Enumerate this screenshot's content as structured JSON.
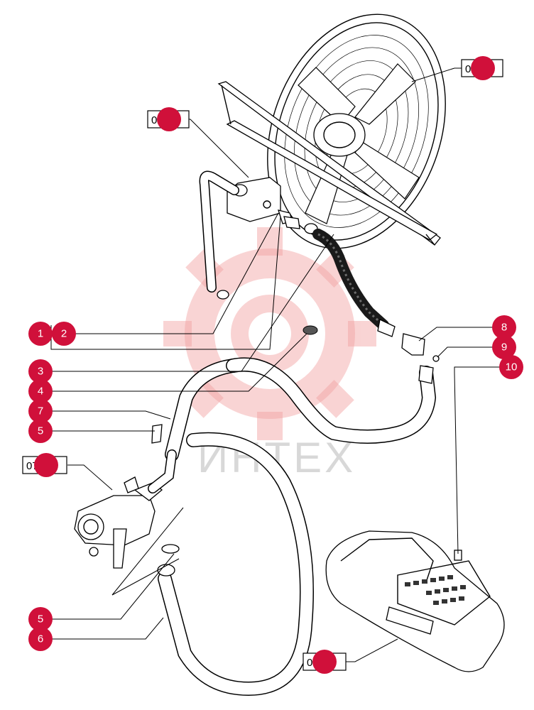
{
  "watermark": {
    "text": "ИНТЕХ",
    "logo": "gear-logo-icon"
  },
  "references": [
    {
      "id": "ref-fan",
      "label": "02377"
    },
    {
      "id": "ref-valve",
      "label": "02377"
    },
    {
      "id": "ref-pump",
      "label": "07-12"
    },
    {
      "id": "ref-cab",
      "label": "09333"
    }
  ],
  "callouts": [
    {
      "id": "c1",
      "number": "1"
    },
    {
      "id": "c2",
      "number": "2"
    },
    {
      "id": "c3",
      "number": "3"
    },
    {
      "id": "c4",
      "number": "4"
    },
    {
      "id": "c7",
      "number": "7"
    },
    {
      "id": "c5a",
      "number": "5"
    },
    {
      "id": "c8",
      "number": "8"
    },
    {
      "id": "c9",
      "number": "9"
    },
    {
      "id": "c10",
      "number": "10"
    },
    {
      "id": "c5b",
      "number": "5"
    },
    {
      "id": "c6",
      "number": "6"
    }
  ],
  "colors": {
    "callout": "#d0103a",
    "watermark": "#f2a0a0"
  }
}
